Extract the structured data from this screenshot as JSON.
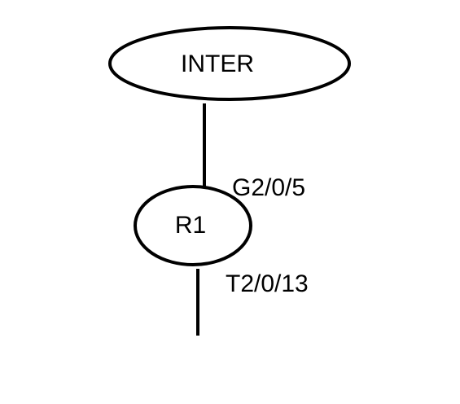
{
  "nodes": {
    "internet": {
      "label": "INTER"
    },
    "router": {
      "label": "R1"
    }
  },
  "links": {
    "uplink": {
      "port": "G2/0/5"
    },
    "downlink": {
      "port": "T2/0/13"
    }
  },
  "colors": {
    "stroke": "#000000",
    "background": "#ffffff"
  }
}
